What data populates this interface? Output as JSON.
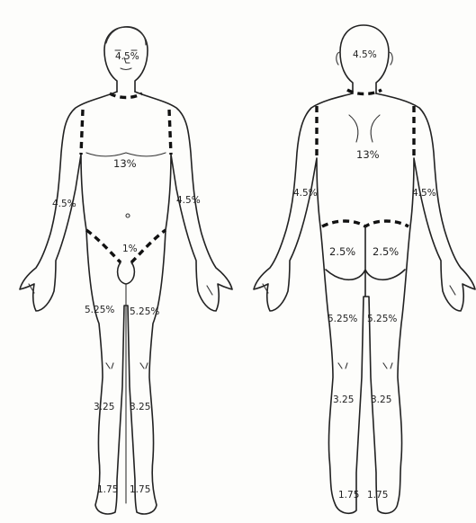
{
  "front": {
    "head": "4.5%",
    "trunk": "13%",
    "right_arm": "4.5%",
    "left_arm": "4.5%",
    "genitals": "1%",
    "right_thigh": "5.25%",
    "left_thigh": "5.25%",
    "right_leg": "3.25",
    "left_leg": "3.25",
    "right_foot": "1.75",
    "left_foot": "1.75"
  },
  "back": {
    "head": "4.5%",
    "trunk": "13%",
    "left_arm": "4.5%",
    "right_arm": "4.5%",
    "left_buttock": "2.5%",
    "right_buttock": "2.5%",
    "left_thigh": "5.25%",
    "right_thigh": "5.25%",
    "left_leg": "3.25",
    "right_leg": "3.25",
    "left_foot": "1.75",
    "right_foot": "1.75"
  }
}
